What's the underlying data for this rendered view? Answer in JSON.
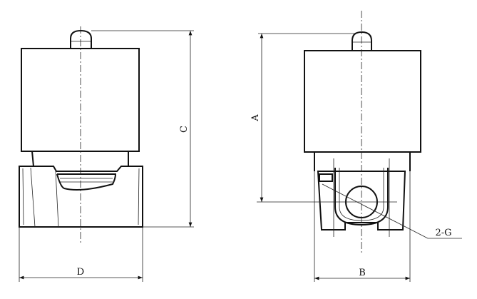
{
  "labels": {
    "dim_c": "C",
    "dim_d": "D",
    "dim_a": "A",
    "dim_b": "B",
    "port": "2-G"
  }
}
